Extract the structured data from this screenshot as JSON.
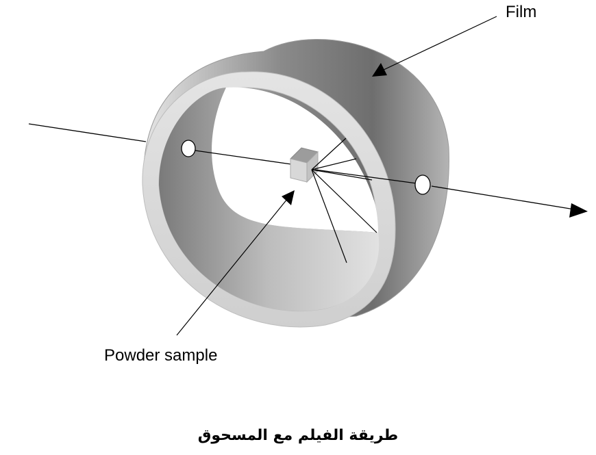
{
  "labels": {
    "film": "Film",
    "powder_sample": "Powder sample"
  },
  "caption": "طريقة الفيلم مع المسحوق",
  "colors": {
    "drum_dark": "#6e6e6e",
    "drum_light": "#e6e6e6",
    "rim": "#dcdcdc",
    "sample": "#a8a8a8",
    "line": "#000000"
  }
}
